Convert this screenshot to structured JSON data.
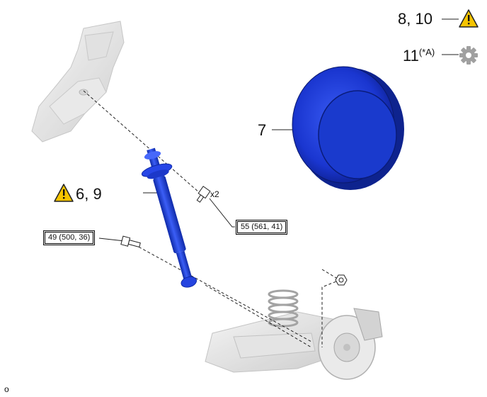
{
  "callouts": {
    "caution_top": "8, 10",
    "special_tool": "11",
    "special_tool_note": "(*A)",
    "tire": "7",
    "shock": "6, 9"
  },
  "bolts": {
    "upper_qty": "x2"
  },
  "torque": {
    "upper": "55 (561, 41)",
    "lower": "49 (500, 36)"
  },
  "footer_code": "o",
  "colors": {
    "part_blue": "#1f3fd8",
    "warning_yellow": "#f5c400",
    "gear_gray": "#a0a0a0"
  },
  "icons": [
    "warning-icon",
    "gear-icon"
  ]
}
